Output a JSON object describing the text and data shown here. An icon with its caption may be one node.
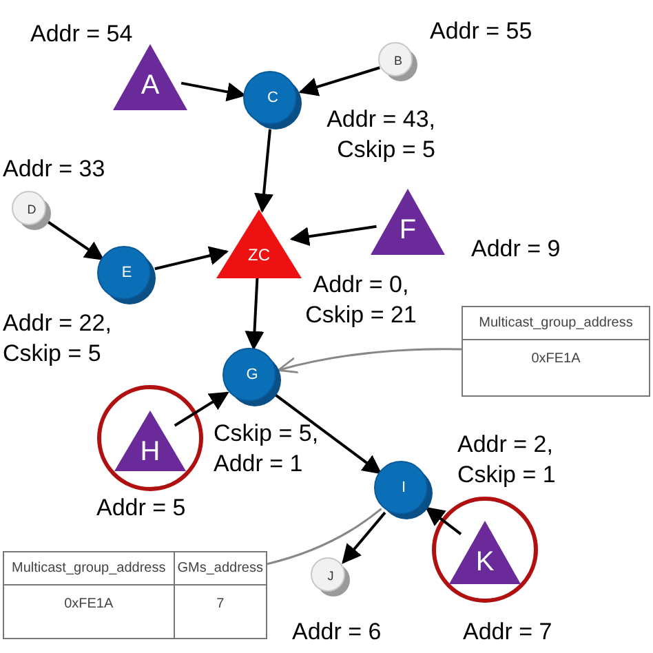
{
  "diagram": {
    "nodes": [
      {
        "text": [
          "A"
        ],
        "beside": [
          "Addr = 54"
        ]
      },
      {
        "text": [
          "B"
        ],
        "beside": [
          "Addr = 55"
        ]
      },
      {
        "text": [
          "C"
        ],
        "beside": [
          "Addr = 43, Cskip = 5"
        ]
      },
      {
        "text": [
          "D"
        ],
        "beside": [
          "Addr = 33"
        ]
      },
      {
        "text": [
          "E"
        ],
        "beside": [
          "Addr = 22, Cskip = 5"
        ]
      },
      {
        "text": [
          "ZC"
        ],
        "beside": [
          "Addr = 0, Cskip = 21"
        ]
      },
      {
        "text": [
          "F"
        ],
        "beside": [
          "Addr = 9"
        ]
      },
      {
        "text": [
          "Multicast_group_address",
          "0xFE1A"
        ]
      },
      {
        "text": [
          "G"
        ],
        "beside": [
          "Cskip = 5, Addr = 1"
        ]
      },
      {
        "text": [
          "H"
        ],
        "beside": [
          "Addr = 5"
        ]
      },
      {
        "text": [
          "I"
        ],
        "beside": [
          "Addr = 2, Cskip = 1"
        ]
      },
      {
        "text": [
          "Multicast_group_address",
          "GMs_address",
          "0xFE1A",
          "7"
        ]
      },
      {
        "text": [
          "J"
        ],
        "beside": [
          "Addr = 6"
        ]
      },
      {
        "text": [
          "K"
        ],
        "beside": [
          "Addr = 7"
        ]
      }
    ],
    "edges": [
      {
        "from": 0,
        "to": 2,
        "arrow": "to"
      },
      {
        "from": 1,
        "to": 2,
        "arrow": "to"
      },
      {
        "from": 2,
        "to": 5,
        "arrow": "to"
      },
      {
        "from": 3,
        "to": 4,
        "arrow": "to"
      },
      {
        "from": 4,
        "to": 5,
        "arrow": "to"
      },
      {
        "from": 6,
        "to": 5,
        "arrow": "to"
      },
      {
        "from": 5,
        "to": 8,
        "arrow": "to"
      },
      {
        "from": 7,
        "to": 8,
        "arrow": "to",
        "color": "#888888"
      },
      {
        "from": 9,
        "to": 8,
        "arrow": "to"
      },
      {
        "from": 8,
        "to": 10,
        "arrow": "to"
      },
      {
        "from": 13,
        "to": 10,
        "arrow": "to"
      },
      {
        "from": 10,
        "to": 12,
        "arrow": "to"
      },
      {
        "from": 11,
        "to": 10,
        "arrow": "none",
        "color": "#888888"
      }
    ]
  }
}
